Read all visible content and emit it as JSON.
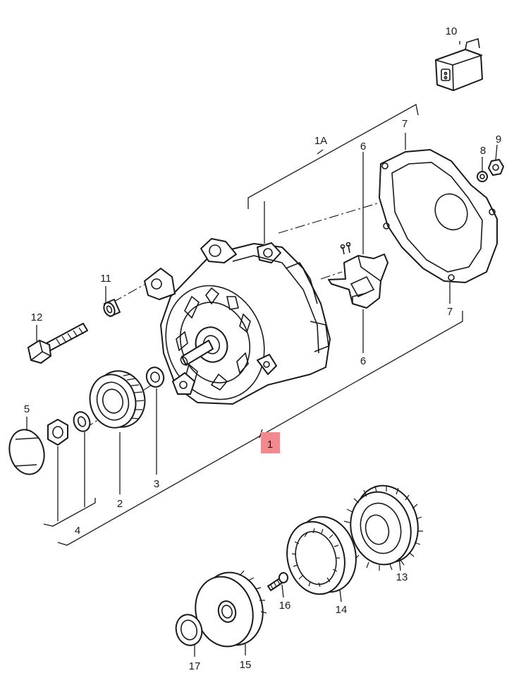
{
  "diagram": {
    "labels": {
      "alternator": "1",
      "alternator_assembly": "1A",
      "pulley": "2",
      "washer_small": "3",
      "nut_kit": "4",
      "cap": "5",
      "regulator_upper": "6",
      "regulator_lower": "6",
      "cover_upper": "7",
      "cover_lower": "7",
      "nut_small": "8",
      "nut_flange": "9",
      "connector": "10",
      "sleeve": "11",
      "bolt": "12",
      "freewheel_gear": "13",
      "freewheel_housing": "14",
      "freewheel_disc": "15",
      "screw": "16",
      "seal": "17"
    },
    "highlight_color": "#f08a8f",
    "line_color": "#1a1a1a"
  }
}
